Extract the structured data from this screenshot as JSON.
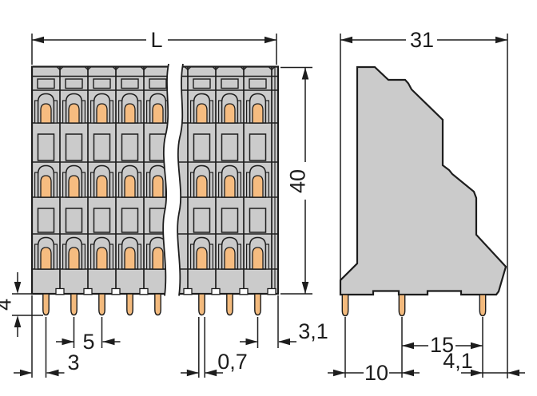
{
  "dimensions": {
    "front": {
      "overall_length": "L",
      "overall_height": "40",
      "pin_length": "4",
      "pin_pitch": "5",
      "first_pin_to_edge": "3",
      "pin_width": "0,7",
      "last_pin_to_edge": "3,1"
    },
    "side": {
      "overall_depth": "31",
      "first_pin_to_front": "10",
      "pin_row_spacing": "15",
      "last_pin_to_back": "4,1"
    }
  },
  "structure": {
    "poles_before_break": 5,
    "poles_after_break": 3,
    "clamp_levels": 3,
    "front_pins_visible": 8,
    "side_pins_visible": 3,
    "has_break_symbol": true
  },
  "colors": {
    "housing": "#cbcbcb",
    "outline": "#1d1d1d",
    "clamp": "#f6bc80",
    "pin": "#f3ba7d",
    "background": "#ffffff"
  }
}
